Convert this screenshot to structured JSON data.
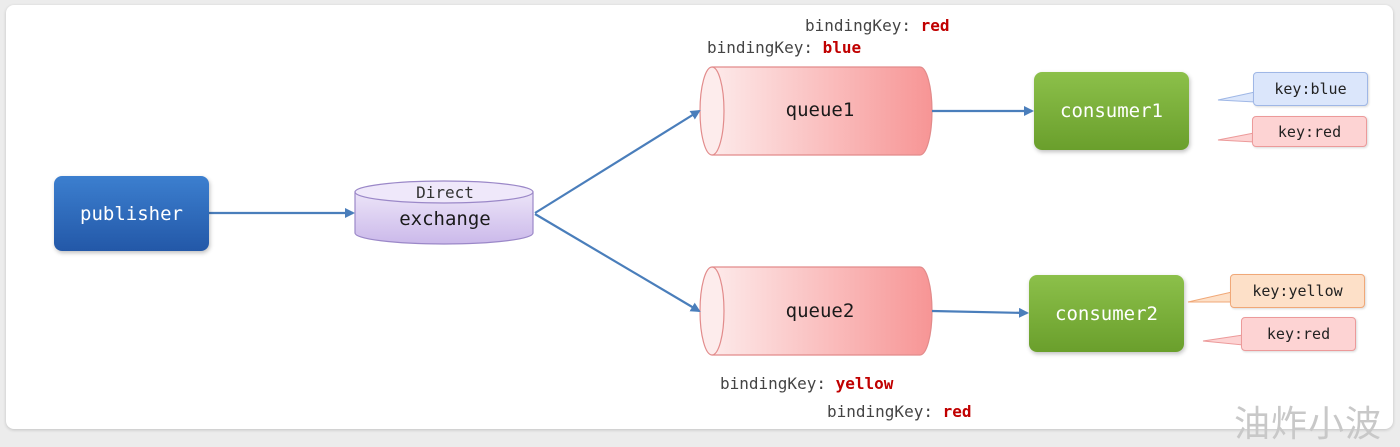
{
  "nodes": {
    "publisher": "publisher",
    "exchange": {
      "type": "Direct",
      "label": "exchange"
    },
    "queue1": "queue1",
    "queue2": "queue2",
    "consumer1": "consumer1",
    "consumer2": "consumer2"
  },
  "bindings": {
    "queue1": [
      {
        "prefix": "bindingKey: ",
        "value": "red"
      },
      {
        "prefix": "bindingKey: ",
        "value": "blue"
      }
    ],
    "queue2": [
      {
        "prefix": "bindingKey: ",
        "value": "yellow"
      },
      {
        "prefix": "bindingKey: ",
        "value": "red"
      }
    ]
  },
  "callouts": {
    "consumer1": [
      "key:blue",
      "key:red"
    ],
    "consumer2": [
      "key:yellow",
      "key:red"
    ]
  },
  "colors": {
    "binding_value": "#c00000",
    "publisher": "#2d6bbd",
    "consumer": "#78ad36",
    "queue": "#f79f9f",
    "exchange": "#d9cbef",
    "edge": "#4a7ebb"
  },
  "watermark": "油炸小波"
}
